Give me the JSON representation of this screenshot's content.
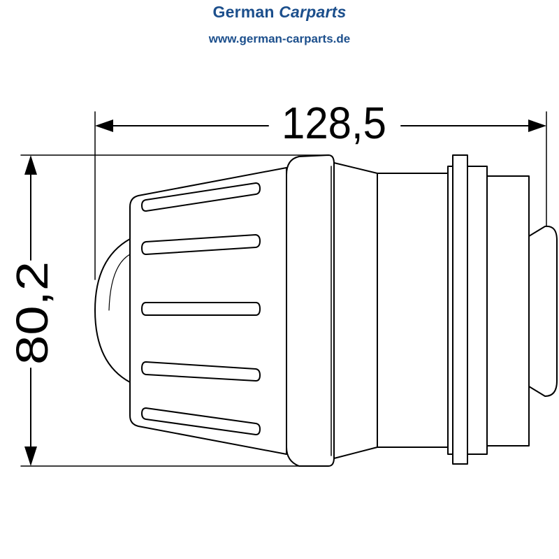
{
  "brand": {
    "name_part1": "German ",
    "name_part2": "Carparts",
    "url": "www.german-carparts.de",
    "color": "#1c4f8c"
  },
  "dimensions": {
    "length": "128,5",
    "height": "80,2"
  }
}
